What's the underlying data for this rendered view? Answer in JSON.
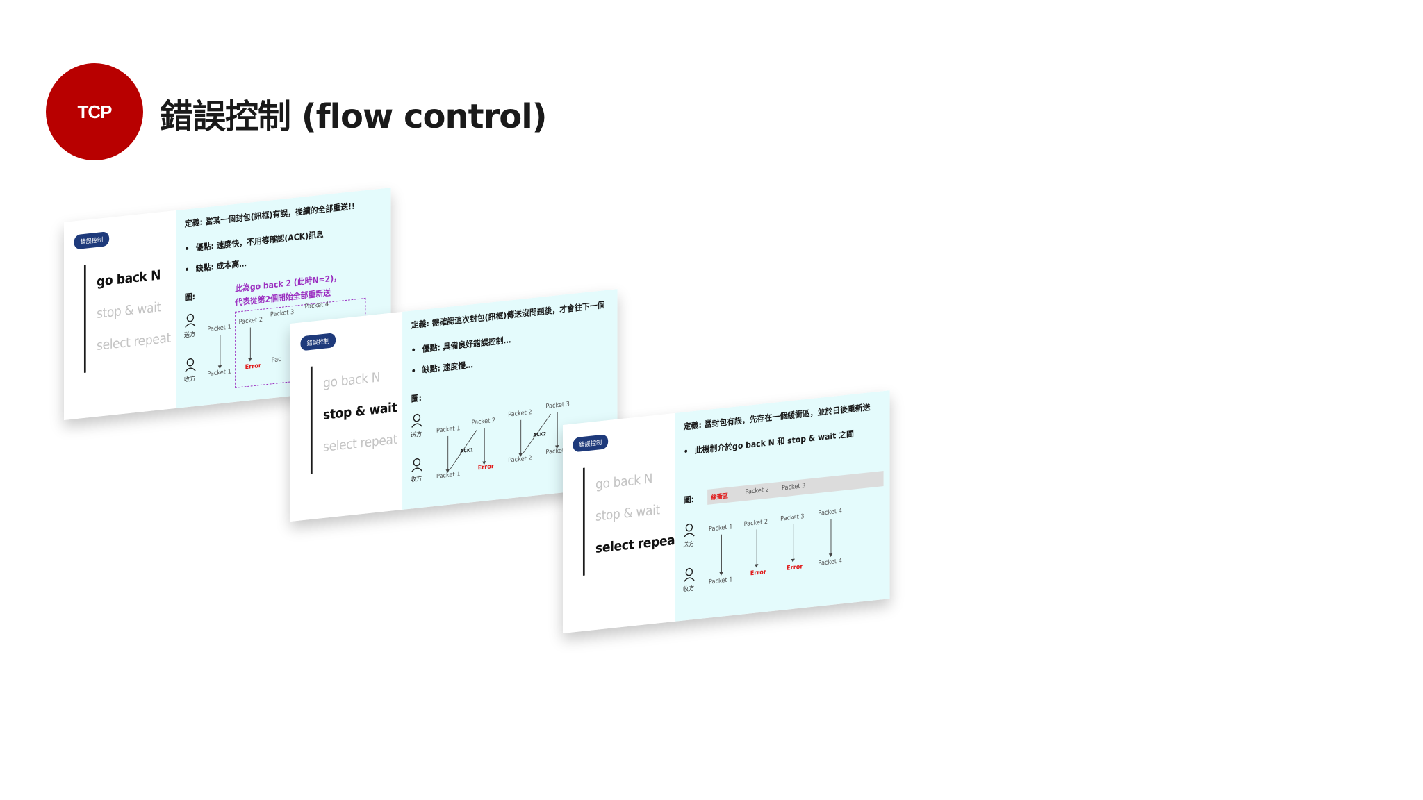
{
  "header": {
    "badge": "TCP",
    "title": "錯誤控制 (flow control)"
  },
  "common": {
    "tag": "錯誤控制",
    "menu": [
      "go back N",
      "stop & wait",
      "select repeat"
    ],
    "figure_label": "圖:",
    "sender": "送方",
    "receiver": "收方",
    "error": "Error"
  },
  "slides": [
    {
      "active": 0,
      "definition": "定義: 當某一個封包(訊框)有誤，後續的全部重送!!",
      "bullets": [
        "優點: 速度快，不用等確認(ACK)訊息",
        "缺點: 成本高…"
      ],
      "note": [
        "此為go back 2 (此時N=2)，",
        "代表從第2個開始全部重新送"
      ],
      "packets_top": [
        "Packet 1",
        "Packet 2",
        "Packet 3",
        "Packet 4"
      ],
      "packets_bottom": [
        "Packet 1",
        "Pac"
      ]
    },
    {
      "active": 1,
      "definition": "定義: 需確認這次封包(訊框)傳送沒問題後，才會往下一個",
      "bullets": [
        "優點: 具備良好錯誤控制…",
        "缺點: 速度慢…"
      ],
      "packets_top": [
        "Packet 1",
        "Packet 2",
        "Packet 2",
        "Packet 3"
      ],
      "packets_bottom": [
        "Packet 1",
        "Packet 2",
        "Packet"
      ],
      "acks": [
        "ACK1",
        "ACK2"
      ]
    },
    {
      "active": 2,
      "definition": "定義: 當封包有誤，先存在一個緩衝區，並於日後重新送",
      "bullets": [
        "此機制介於go back N 和 stop & wait 之間"
      ],
      "buffer_label": "緩衝區",
      "buffer_packets": [
        "Packet 2",
        "Packet 3"
      ],
      "packets_top": [
        "Packet 1",
        "Packet 2",
        "Packet 3",
        "Packet 4"
      ],
      "packets_bottom": [
        "Packet 1",
        "Packet 4"
      ]
    }
  ]
}
